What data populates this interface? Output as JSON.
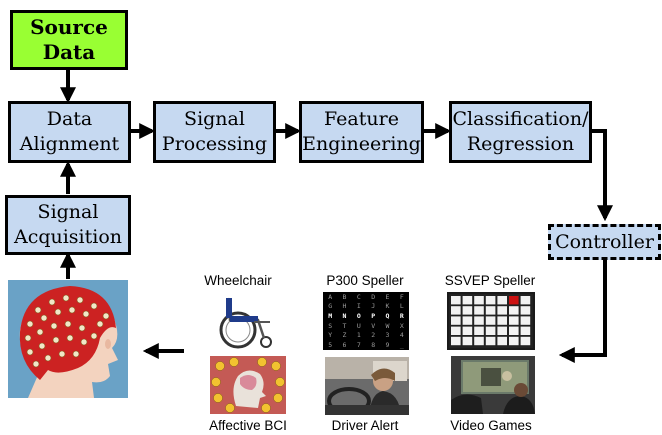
{
  "blocks": {
    "source_data": "Source Data",
    "data_alignment": "Data Alignment",
    "signal_processing": "Signal Processing",
    "feature_engineering": "Feature Engineering",
    "classification_regression": "Classification/ Regression",
    "signal_acquisition": "Signal Acquisition",
    "controller": "Controller"
  },
  "applications": {
    "wheelchair": "Wheelchair",
    "p300_speller": "P300 Speller",
    "ssvep_speller": "SSVEP Speller",
    "affective_bci": "Affective BCI",
    "driver_alert": "Driver Alert",
    "video_games": "Video Games"
  },
  "p300_grid": [
    "A",
    "B",
    "C",
    "D",
    "E",
    "F",
    "G",
    "H",
    "I",
    "J",
    "K",
    "L",
    "M",
    "N",
    "O",
    "P",
    "Q",
    "R",
    "S",
    "T",
    "U",
    "V",
    "W",
    "X",
    "Y",
    "Z",
    "1",
    "2",
    "3",
    "4",
    "5",
    "6",
    "7",
    "8",
    "9",
    "_"
  ],
  "colors": {
    "block_fill": "#c6d9f1",
    "source_fill": "#99ff33",
    "cap_red": "#cc2222"
  }
}
